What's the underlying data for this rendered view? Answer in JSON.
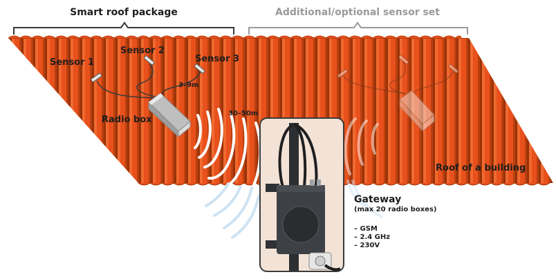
{
  "headers": {
    "package": "Smart roof package",
    "optional": "Additional/optional sensor set"
  },
  "labels": {
    "sensor1": "Sensor 1",
    "sensor2": "Sensor 2",
    "sensor3": "Sensor 3",
    "sensor_distance": "3–9m",
    "radio_box": "Radio box",
    "radio_distance": "30–50m",
    "roof": "Roof of a building"
  },
  "gateway": {
    "title": "Gateway",
    "subtitle": "(max 20 radio boxes)",
    "specs": [
      "– GSM",
      "– 2.4 GHz",
      "– 230V"
    ]
  },
  "colors": {
    "roof_orange": "#e8501c",
    "roof_dark": "#a83a10",
    "wave_white": "#ffffff",
    "wave_blue": "#cfe3f2",
    "text_dark": "#1e1e1e",
    "text_grey": "#9a9a9a",
    "gateway_bg": "#f3e3d6",
    "device_dark": "#3d4044"
  }
}
